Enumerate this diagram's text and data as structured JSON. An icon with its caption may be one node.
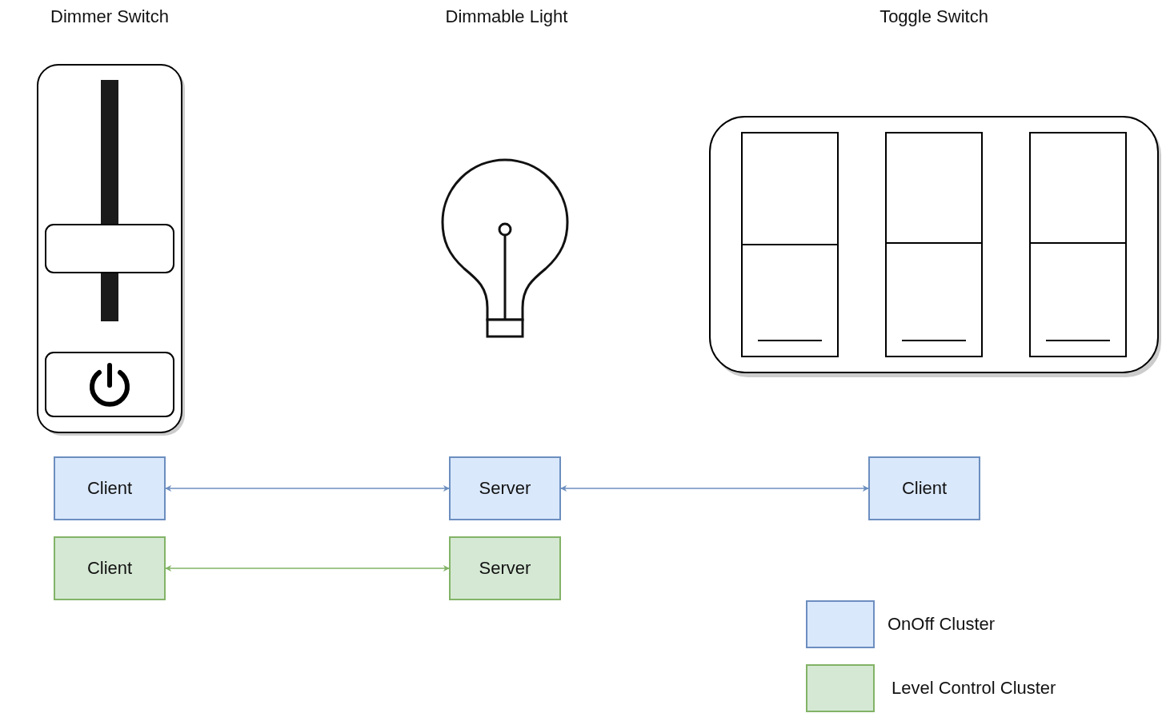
{
  "diagram": {
    "nodes": [
      {
        "text": [
          "Client"
        ]
      },
      {
        "text": [
          "Server"
        ]
      },
      {
        "text": [
          "Client"
        ]
      },
      {
        "text": [
          "Client"
        ]
      },
      {
        "text": [
          "Server"
        ]
      }
    ],
    "edges": [
      {
        "from": 0,
        "to": 1,
        "arrow": "both"
      },
      {
        "from": 1,
        "to": 2,
        "arrow": "both"
      },
      {
        "from": 3,
        "to": 4,
        "arrow": "both",
        "color": "#82b366"
      }
    ],
    "labels": [
      "Dimmer Switch",
      "Dimmable Light",
      "Toggle Switch"
    ],
    "legend": [
      {
        "text": "OnOff Cluster",
        "color": "#dae8fc"
      },
      {
        "text": "Level Control Cluster",
        "color": "#d5e8d4"
      }
    ]
  }
}
